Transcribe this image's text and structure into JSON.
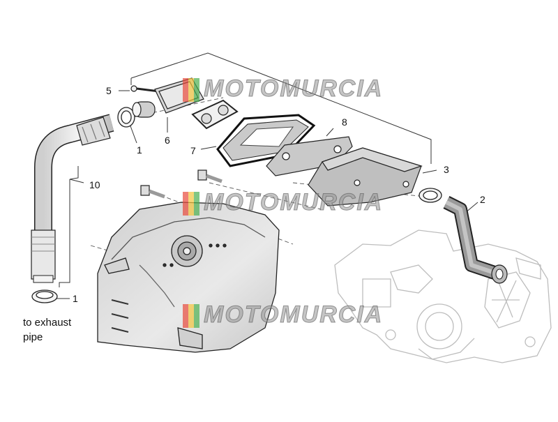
{
  "labels": {
    "p1a": "1",
    "p1b": "1",
    "p2": "2",
    "p3": "3",
    "p5": "5",
    "p6": "6",
    "p7": "7",
    "p8": "8",
    "p10": "10"
  },
  "note": "to exhaust\npipe",
  "watermark": {
    "text": "MOTOMURCIA",
    "flag_colors": [
      "#e84a3c",
      "#f2c53d",
      "#4caf50"
    ]
  },
  "colors": {
    "line": "#222222",
    "part_fill": "#e6e6e6",
    "part_dark": "#bdbdbd"
  }
}
